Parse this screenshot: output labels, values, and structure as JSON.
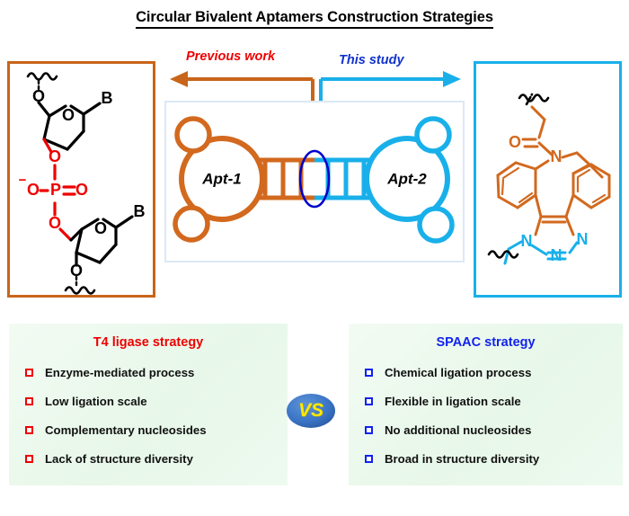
{
  "title": "Circular Bivalent Aptamers Construction Strategies",
  "arrows": {
    "previous": {
      "label": "Previous work",
      "color": "#ee0000",
      "arrow_color": "#c8651a",
      "direction": "left"
    },
    "this_study": {
      "label": "This study",
      "color": "#1133cc",
      "arrow_color": "#19b0ea",
      "direction": "right"
    }
  },
  "center": {
    "aptamer_left": "Apt-1",
    "aptamer_right": "Apt-2",
    "left_color": "#d2691e",
    "right_color": "#19b0ea",
    "junction_highlight_color": "#0000cc"
  },
  "left_panel": {
    "name": "phosphodiester-linkage-structure",
    "border_color": "#c8651a",
    "atom_labels": [
      "O",
      "B",
      "O",
      "O",
      "P",
      "O",
      "O",
      "O",
      "B",
      "O"
    ],
    "phosphate_color": "#ee0000",
    "base_label": "B",
    "charge_label": "−"
  },
  "right_panel": {
    "name": "dbco-triazole-structure",
    "border_color": "#19b0ea",
    "dbco_color": "#d2691e",
    "triazole_color": "#19b0ea",
    "atom_labels": [
      "O",
      "N",
      "N",
      "N",
      "N"
    ]
  },
  "comparison": {
    "left": {
      "heading": "T4 ligase strategy",
      "heading_color": "#ee0000",
      "bullet_color": "#ee0000",
      "items": [
        "Enzyme-mediated process",
        "Low ligation scale",
        "Complementary nucleosides",
        "Lack of structure diversity"
      ]
    },
    "right": {
      "heading": "SPAAC strategy",
      "heading_color": "#1122ee",
      "bullet_color": "#1122ee",
      "items": [
        "Chemical ligation process",
        "Flexible in ligation scale",
        "No additional nucleosides",
        "Broad in structure diversity"
      ]
    },
    "vs_badge": {
      "label": "VS",
      "fill": "#3a74c4",
      "text_color": "#ffe800"
    }
  }
}
